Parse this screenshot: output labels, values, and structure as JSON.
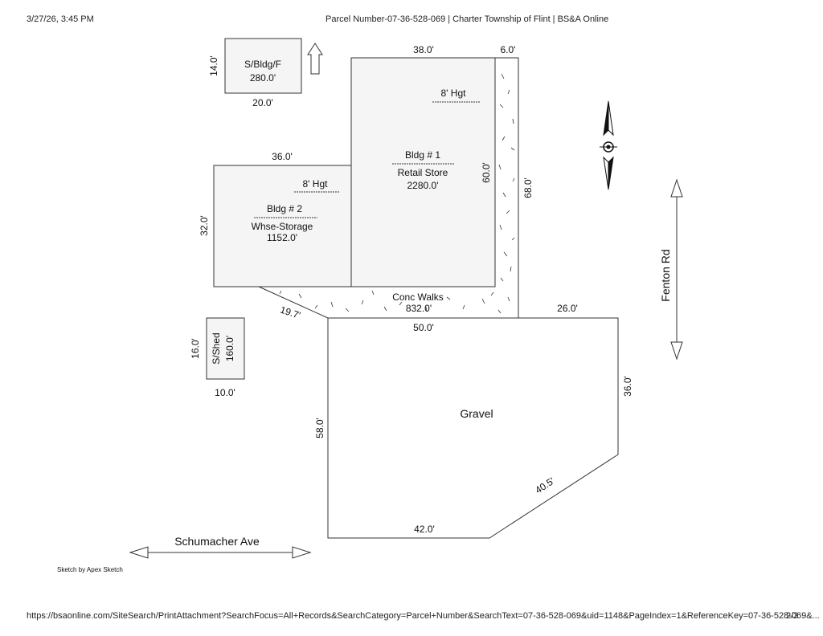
{
  "header": {
    "datetime": "3/27/26, 3:45 PM",
    "title": "Parcel Number-07-36-528-069 | Charter Township of Flint | BS&A Online"
  },
  "footer": {
    "url": "https://bsaonline.com/SiteSearch/PrintAttachment?SearchFocus=All+Records&SearchCategory=Parcel+Number&SearchText=07-36-528-069&uid=1148&PageIndex=1&ReferenceKey=07-36-528-069&...",
    "page": "2/3"
  },
  "sketch": {
    "credit": "Sketch by Apex Sketch",
    "shed_f": {
      "name": "S/Bldg/F",
      "area": "280.0'",
      "width": "20.0'",
      "height": "14.0'"
    },
    "bldg1": {
      "title": "Bldg # 1",
      "use": "Retail Store",
      "area": "2280.0'",
      "hgt": "8' Hgt",
      "top": "38.0'",
      "side": "60.0'"
    },
    "bldg2": {
      "title": "Bldg # 2",
      "use": "Whse-Storage",
      "area": "1152.0'",
      "hgt": "8' Hgt",
      "top": "36.0'",
      "side": "32.0'"
    },
    "walks": {
      "name": "Conc Walks",
      "area": "832.0'",
      "top": "6.0'",
      "side": "68.0'",
      "diag": "19.7'"
    },
    "shed": {
      "name": "S/Shed",
      "area": "160.0'",
      "width": "10.0'",
      "height": "16.0'"
    },
    "gravel": {
      "name": "Gravel",
      "top": "50.0'",
      "top_right": "26.0'",
      "right": "36.0'",
      "diag": "40.5'",
      "bottom": "42.0'",
      "left": "58.0'"
    },
    "roads": {
      "east": "Fenton Rd",
      "south": "Schumacher Ave"
    }
  }
}
